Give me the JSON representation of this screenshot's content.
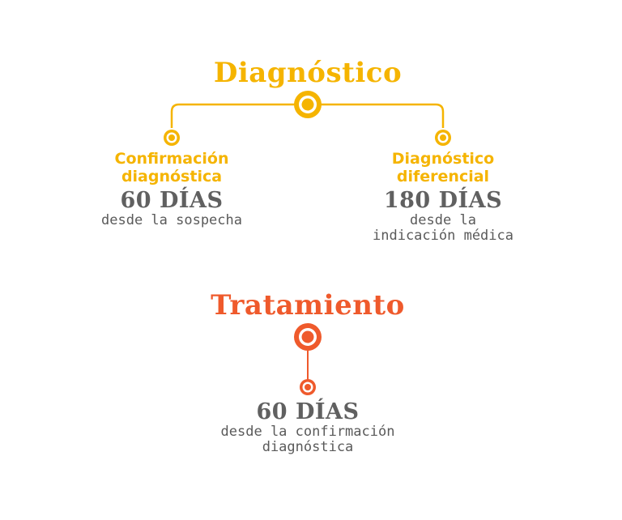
{
  "diagnostico": {
    "title": "Diagnóstico",
    "color": "#f5b400",
    "left": {
      "label_line1": "Confirmación",
      "label_line2": "diagnóstica",
      "days": "60 DÍAS",
      "desc_line1": "desde la sospecha"
    },
    "right": {
      "label_line1": "Diagnóstico",
      "label_line2": "diferencial",
      "days": "180 DÍAS",
      "desc_line1": "desde la",
      "desc_line2": "indicación médica"
    }
  },
  "tratamiento": {
    "title": "Tratamiento",
    "color": "#ef5a2c",
    "days": "60 DÍAS",
    "desc_line1": "desde la confirmación",
    "desc_line2": "diagnóstica"
  }
}
